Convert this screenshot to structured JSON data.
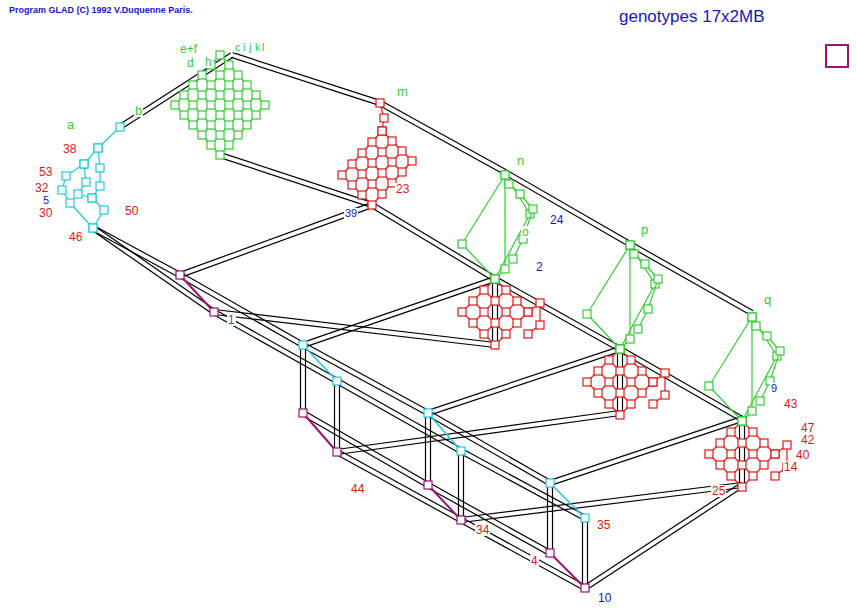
{
  "diagram": {
    "title": "genotypes 17x2MB",
    "labels": [
      "Program GLAD (C) 1992 V.Duquenne Paris.",
      "a",
      "b",
      "38",
      "53",
      "32",
      "5",
      "30",
      "50",
      "46",
      "e+f",
      "d",
      "h",
      "c",
      "i",
      "j",
      "k",
      "l",
      "m",
      "23",
      "39",
      "n",
      "o",
      "24",
      "2",
      "1",
      "44",
      "34",
      "4",
      "10",
      "35",
      "p",
      "q",
      "9",
      "43",
      "47",
      "42",
      "40",
      "14",
      "25"
    ]
  }
}
